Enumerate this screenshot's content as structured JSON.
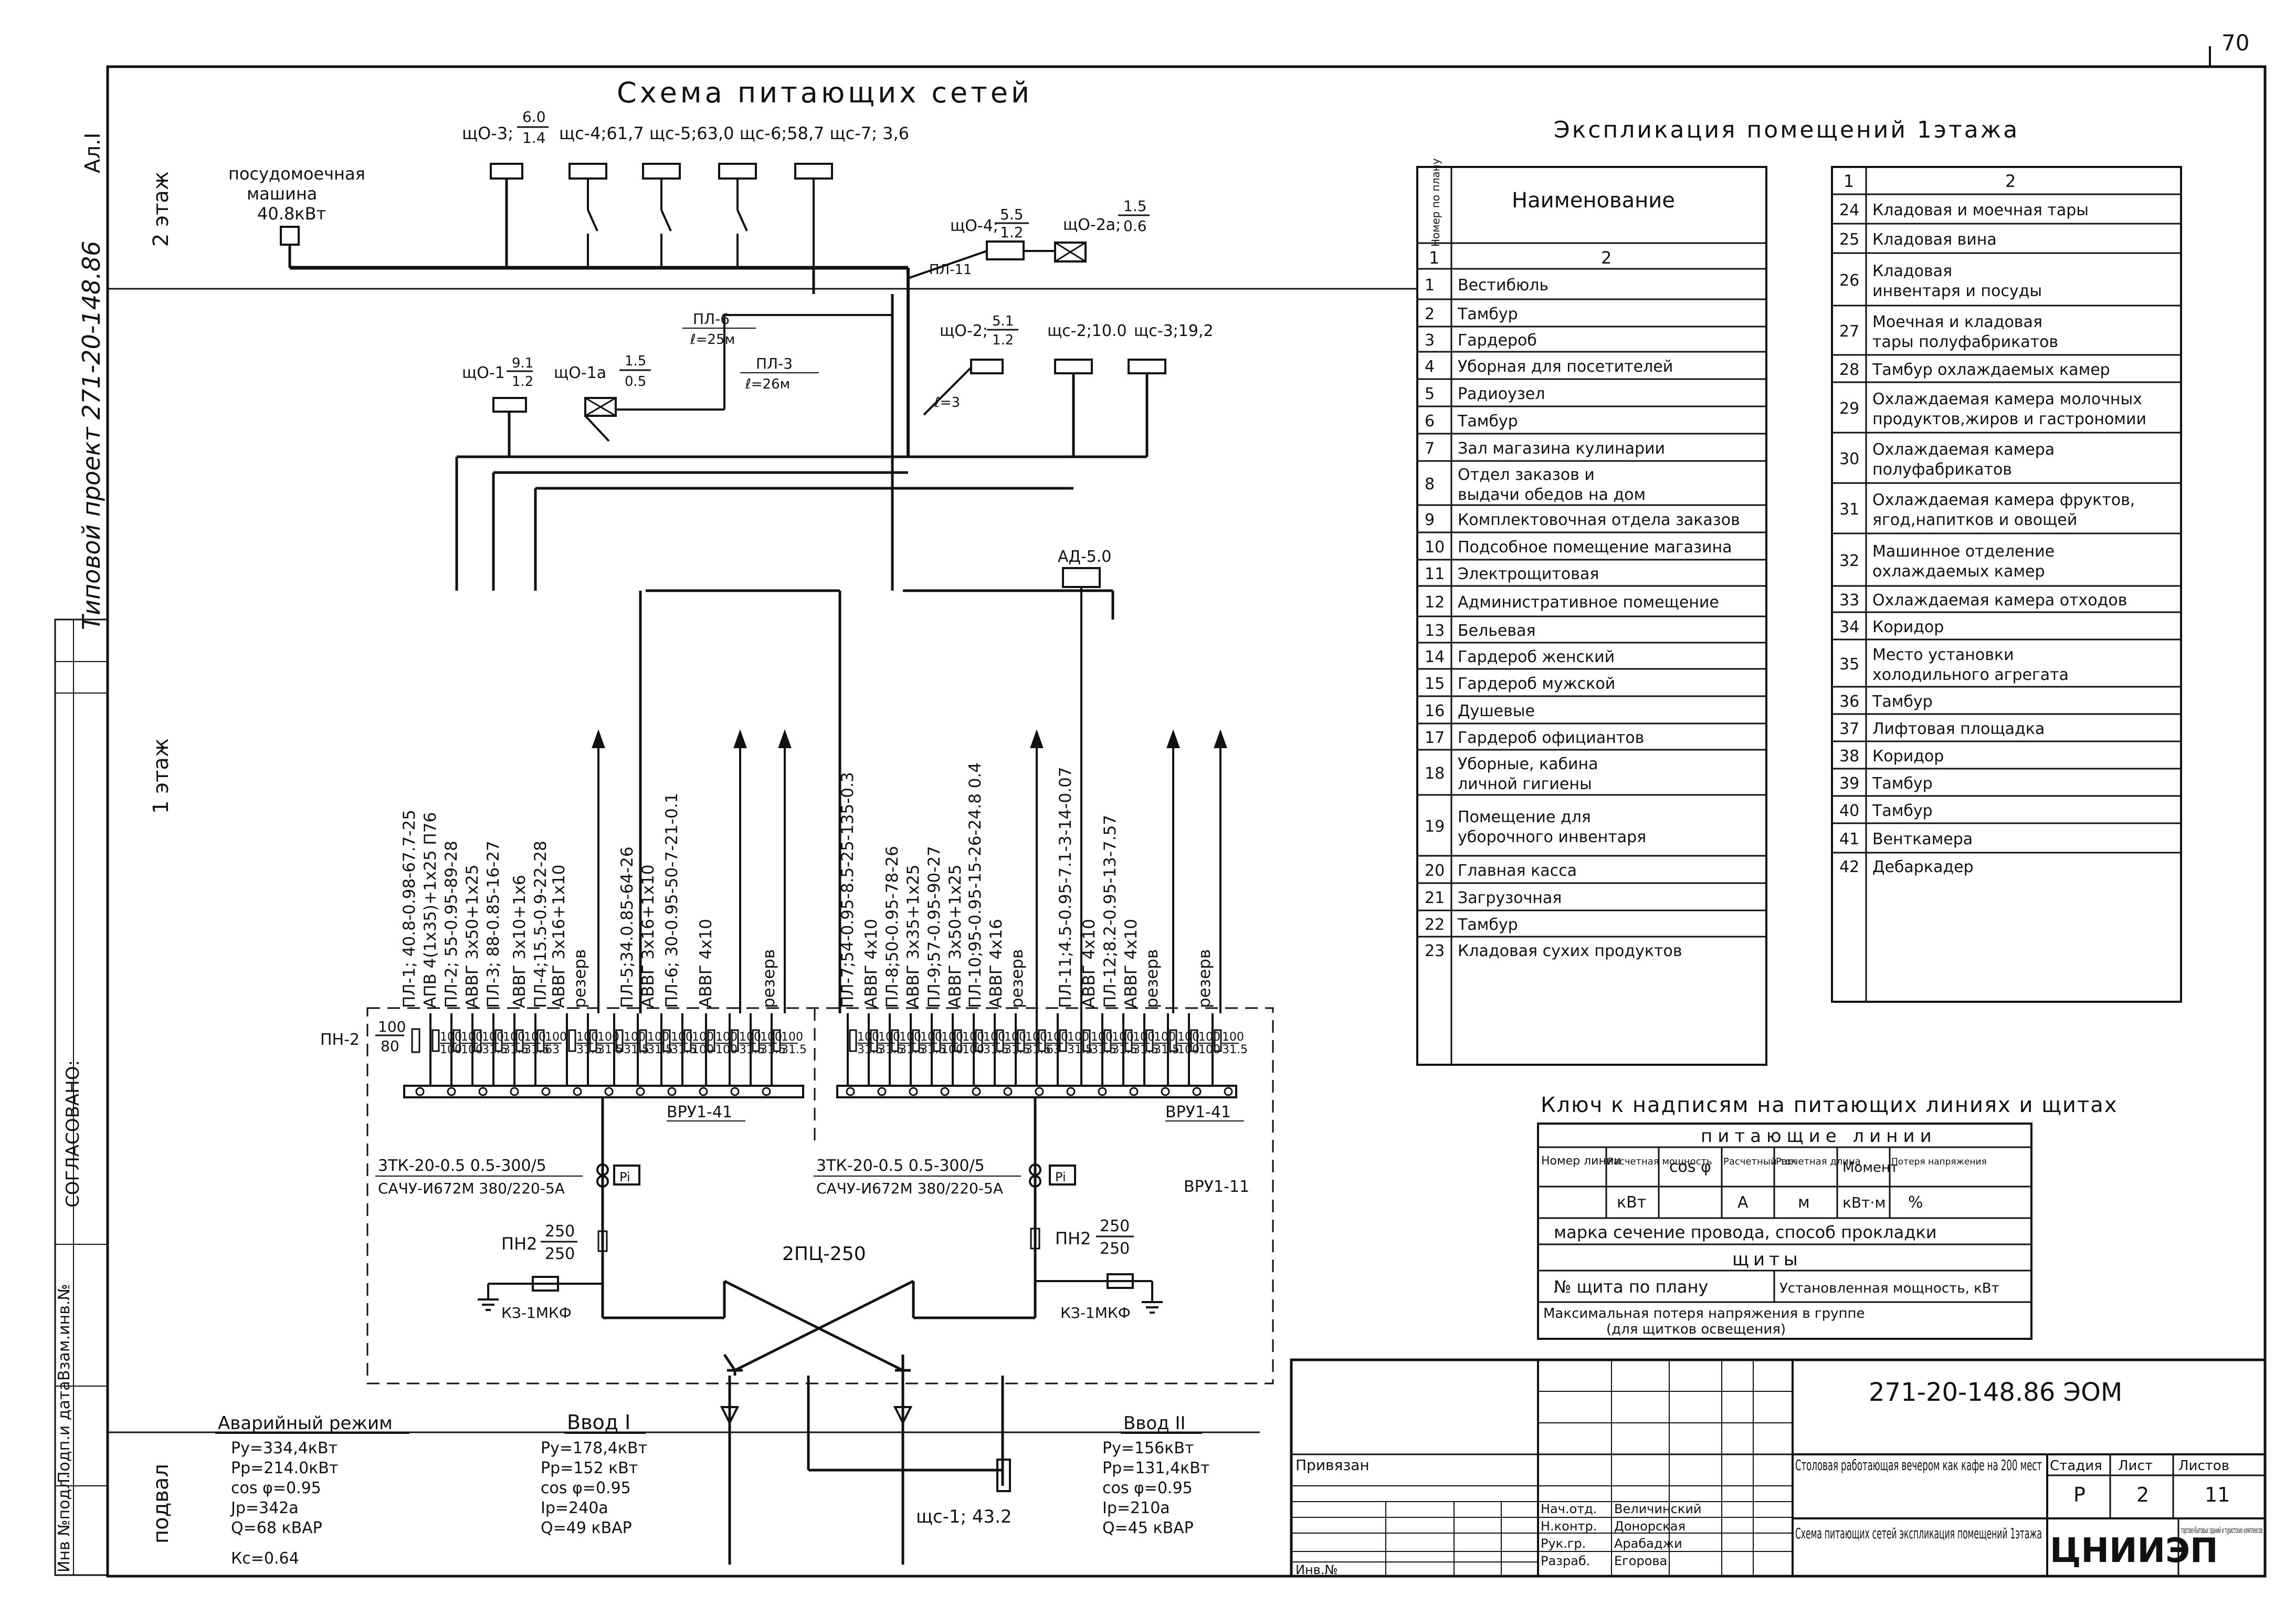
{
  "page_number": "70",
  "sheet_id": "Ал.I",
  "side_text": "Типовой проект 271-20-148.86",
  "side_text2": "СОГЛАСОВАНО:",
  "side_stamp": [
    "Инв №подл.",
    "Подп.и дата",
    "Взам.инв.№"
  ],
  "schema": {
    "title": "Схема питающих сетей",
    "floors": [
      "2 этаж",
      "1 этаж",
      "подвал"
    ],
    "dishwasher": [
      "посудомоечная",
      "машина",
      "40.8кВт"
    ],
    "top_labels": {
      "sho3": "щО-3;",
      "sho3_frac": [
        "6.0",
        "1.4"
      ],
      "sc_list": "щс-4;61,7  щс-5;63,0  щс-6;58,7  щс-7; 3,6",
      "sho4": "щО-4;",
      "sho4_frac": [
        "5.5",
        "1.2"
      ],
      "sho2a": "щО-2а;",
      "sho2a_frac": [
        "1.5",
        "0.6"
      ],
      "pl11": "ПЛ-11",
      "pl6": "ПЛ-6",
      "pl6_len": "ℓ=25м",
      "pl3": "ПЛ-3",
      "pl3_len": "ℓ=26м",
      "sho1": "щО-1",
      "sho1_frac": [
        "9.1",
        "1.2"
      ],
      "sho1a": "щО-1а",
      "sho1a_frac": [
        "1.5",
        "0.5"
      ],
      "sho2": "щО-2;",
      "sho2_frac": [
        "5.1",
        "1.2"
      ],
      "l3": "ℓ=3",
      "sc2": "щс-2;10.0",
      "sc3": "щс-3;19,2",
      "ad": "АД-5.0"
    },
    "cables_left": [
      "ПЛ-1; 40.8-0.98-67.7-25",
      "АПВ 4(1х35)+1х25 П76",
      "ПЛ-2; 55-0.95-89-28",
      "АВВГ 3х50+1х25",
      "ПЛ-3; 88-0.85-16-27",
      "АВВГ 3х10+1х6",
      "ПЛ-4;15.5-0.9-22-28",
      "АВВГ 3х16+1х10",
      "резерв",
      "ПЛ-5;34.0.85-64-26",
      "АВВГ 3х16+1х10",
      "ПЛ-6; 30-0.95-50-7-21-0.1",
      "АВВГ 4х10",
      "резерв"
    ],
    "cables_right": [
      "ПЛ-7;54-0.95-8.5-25-135-0.3",
      "АВВГ 4х10",
      "ПЛ-8;50-0.95-78-26",
      "АВВГ 3х35+1х25",
      "ПЛ-9;57-0.95-90-27",
      "АВВГ 3х50+1х25",
      "ПЛ-10;95-0.95-15-26-24.8 0.4",
      "АВВГ 4х16",
      "резерв",
      "ПЛ-11;4.5-0.95-7.1-3-14-0.07",
      "АВВГ 4х10",
      "ПЛ-12;8.2-0.95-13-7.57",
      "АВВГ 4х10",
      "резерв",
      "резерв"
    ],
    "pn2_left": [
      "100",
      "80"
    ],
    "pn2_label": "ПН-2",
    "fuse_top": [
      "100",
      "100",
      "100",
      "100",
      "100",
      "100",
      "100",
      "100",
      "100",
      "100",
      "100",
      "100",
      "100",
      "100",
      "100",
      "100",
      "100",
      "100",
      "100",
      "100"
    ],
    "fuse_bot": [
      "100",
      "100",
      "31.5",
      "31.5",
      "31.5",
      "63",
      "31.5",
      "31.5",
      "31.5",
      "31.5",
      "31.5",
      "100",
      "100",
      "31.5",
      "31.5",
      "31.5",
      "31.5",
      "31.5",
      "31.5",
      "31.5"
    ],
    "vru_left": "ВРУ1-41",
    "vru_right": "ВРУ1-41",
    "vru_11": "ВРУ1-11",
    "ct_left": [
      "3ТК-20-0.5 0.5-300/5",
      "САЧУ-И672М 380/220-5А"
    ],
    "ct_right": [
      "3ТК-20-0.5 0.5-300/5",
      "САЧУ-И672М 380/220-5А"
    ],
    "pi": "Pi",
    "pn2_frac_label": "ПН2",
    "pn2_frac": [
      "250",
      "250"
    ],
    "spc": "2ПЦ-250",
    "kz": "КЗ-1МКФ",
    "sc1": "щс-1; 43.2",
    "mode_blocks": [
      {
        "title": "Аварийный режим",
        "lines": [
          "Pу=334,4кВт",
          "Pр=214.0кВт",
          "cos φ=0.95",
          "Jр=342а",
          "Q=68 кВАР",
          "Кс=0.64"
        ]
      },
      {
        "title": "Ввод I",
        "lines": [
          "Pу=178,4кВт",
          "Pр=152 кВт",
          "cos φ=0.95",
          "Iр=240а",
          "Q=49 кВАР"
        ]
      },
      {
        "title": "Ввод II",
        "lines": [
          "Pу=156кВт",
          "Pр=131,4кВт",
          "cos φ=0.95",
          "Iр=210а",
          "Q=45 кВАР"
        ]
      }
    ]
  },
  "explication": {
    "title": "Экспликация помещений 1этажа",
    "header_left": [
      "Номер по плану",
      "Наименование"
    ],
    "header_num": [
      "1",
      "2"
    ],
    "rows_left": [
      [
        "1",
        "Вестибюль"
      ],
      [
        "2",
        "Тамбур"
      ],
      [
        "3",
        "Гардероб"
      ],
      [
        "4",
        "Уборная для посетителей"
      ],
      [
        "5",
        "Радиоузел"
      ],
      [
        "6",
        "Тамбур"
      ],
      [
        "7",
        "Зал магазина кулинарии"
      ],
      [
        "8",
        "Отдел заказов и выдачи обедов на дом"
      ],
      [
        "9",
        "Комплектовочная отдела заказов"
      ],
      [
        "10",
        "Подсобное помещение магазина"
      ],
      [
        "11",
        "Электрощитовая"
      ],
      [
        "12",
        "Административное помещение"
      ],
      [
        "13",
        "Бельевая"
      ],
      [
        "14",
        "Гардероб женский"
      ],
      [
        "15",
        "Гардероб мужской"
      ],
      [
        "16",
        "Душевые"
      ],
      [
        "17",
        "Гардероб официантов"
      ],
      [
        "18",
        "Уборные, кабина личной гигиены"
      ],
      [
        "19",
        "Помещение для уборочного инвентаря"
      ],
      [
        "20",
        "Главная касса"
      ],
      [
        "21",
        "Загрузочная"
      ],
      [
        "22",
        "Тамбур"
      ],
      [
        "23",
        "Кладовая сухих продуктов"
      ]
    ],
    "rows_right": [
      [
        "24",
        "Кладовая и моечная тары"
      ],
      [
        "25",
        "Кладовая вина"
      ],
      [
        "26",
        "Кладовая инвентаря и посуды"
      ],
      [
        "27",
        "Моечная и кладовая тары полуфабрикатов"
      ],
      [
        "28",
        "Тамбур охлаждаемых камер"
      ],
      [
        "29",
        "Охлаждаемая камера молочных продуктов,жиров и гастрономии"
      ],
      [
        "30",
        "Охлаждаемая камера полуфабрикатов"
      ],
      [
        "31",
        "Охлаждаемая камера фруктов, ягод,напитков и овощей"
      ],
      [
        "32",
        "Машинное отделение охлаждаемых камер"
      ],
      [
        "33",
        "Охлаждаемая камера отходов"
      ],
      [
        "34",
        "Коридор"
      ],
      [
        "35",
        "Место установки холодильного агрегата"
      ],
      [
        "36",
        "Тамбур"
      ],
      [
        "37",
        "Лифтовая площадка"
      ],
      [
        "38",
        "Коридор"
      ],
      [
        "39",
        "Тамбур"
      ],
      [
        "40",
        "Тамбур"
      ],
      [
        "41",
        "Венткамера"
      ],
      [
        "42",
        "Дебаркадер"
      ]
    ]
  },
  "key": {
    "title": "Ключ к надписям на питающих линиях и щитах",
    "lines_header": "питающие линии",
    "cols": [
      "Номер линии",
      "Расчетная мощность",
      "cos φ",
      "Расчетный ток",
      "Расчетная длина",
      "Момент",
      "Потеря напряжения"
    ],
    "units": [
      "",
      "кВт",
      "",
      "А",
      "м",
      "кВт·м",
      "%"
    ],
    "brand": "марка сечение провода, способ прокладки",
    "boards": "щиты",
    "board_cells": [
      "№ щита по плану",
      "Установленная мощность, кВт"
    ],
    "max_loss": [
      "Максимальная потеря напряжения в группе",
      "(для щитков освещения)"
    ]
  },
  "titleblock": {
    "code": "271-20-148.86 ЭОМ",
    "project": "Столовая работающая вечером как кафе на 200 мест",
    "sheet_title": "Схема питающих сетей экспликация помещений 1этажа",
    "stage_h": "Стадия",
    "sheet_h": "Лист",
    "sheets_h": "Листов",
    "stage": "Р",
    "sheet": "2",
    "sheets": "11",
    "org": "ЦНИИЭП",
    "org_sub": "торгово-бытовых зданий и туристских комплексов",
    "privyazan": "Привязан",
    "inv": "Инв.№",
    "roles": [
      [
        "Нач.отд.",
        "Величинский"
      ],
      [
        "Н.контр.",
        "Донорская"
      ],
      [
        "Рук.гр.",
        "Арабаджи"
      ],
      [
        "Разраб.",
        "Егорова"
      ]
    ]
  }
}
